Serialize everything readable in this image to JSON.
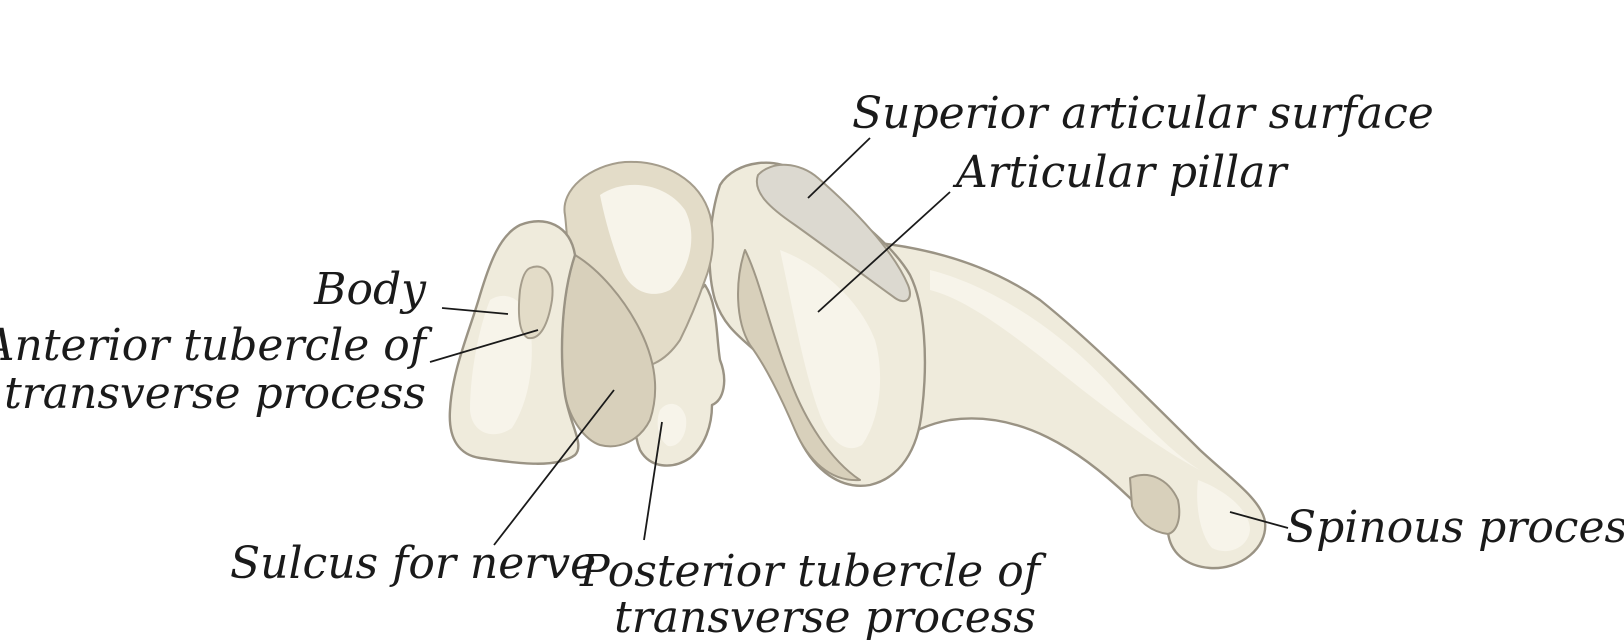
{
  "labels": {
    "superior_articular_surface": "Superior articular surface",
    "articular_pillar": "Articular pillar",
    "body": "Body",
    "anterior_tubercle_line1": "Anterior tubercle of",
    "anterior_tubercle_line2": "transverse process",
    "sulcus_for_nerve": "Sulcus for nerve",
    "posterior_tubercle_line1": "Posterior tubercle of",
    "posterior_tubercle_line2": "transverse process",
    "spinous_process": "Spinous process"
  },
  "colors": {
    "bone_fill": "#efebdc",
    "bone_shadow": "#d8d0bb",
    "bone_outline": "#9a9384",
    "label_text": "#1a1a1a",
    "background": "#ffffff"
  }
}
